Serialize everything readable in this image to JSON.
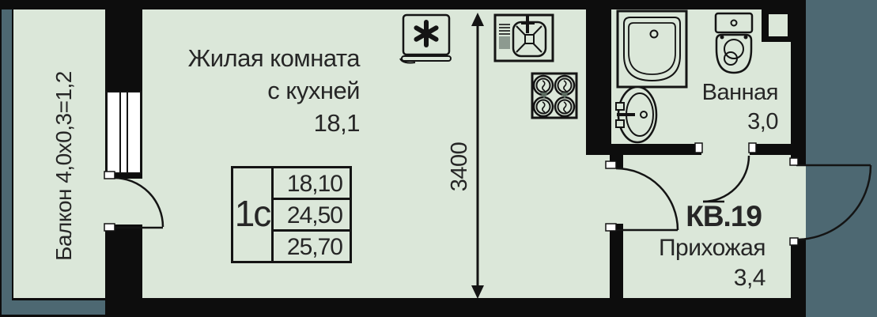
{
  "apartment": {
    "number": "КВ.19"
  },
  "rooms": {
    "living": {
      "name_line1": "Жилая комната",
      "name_line2": "с кухней",
      "area": "18,1"
    },
    "bathroom": {
      "name": "Ванная",
      "area": "3,0"
    },
    "hallway": {
      "name": "Прихожая",
      "area": "3,4"
    },
    "balcony": {
      "label": "Балкон 4,0х0,3=1,2"
    }
  },
  "dimensions": {
    "vertical_mm": "3400"
  },
  "stamp": {
    "flat_type": "1с",
    "living_area": "18,10",
    "floor_area": "24,50",
    "total_area": "25,70"
  },
  "colors": {
    "floor": "#dbe7d9",
    "outside": "#4d6872",
    "wall": "#0d0d0d",
    "line": "#141414"
  },
  "icons": {
    "kitchen": [
      "fridge-icon",
      "kitchen-sink-icon",
      "stove-icon"
    ],
    "bathroom": [
      "bathtub-icon",
      "washbasin-icon",
      "toilet-icon"
    ]
  }
}
